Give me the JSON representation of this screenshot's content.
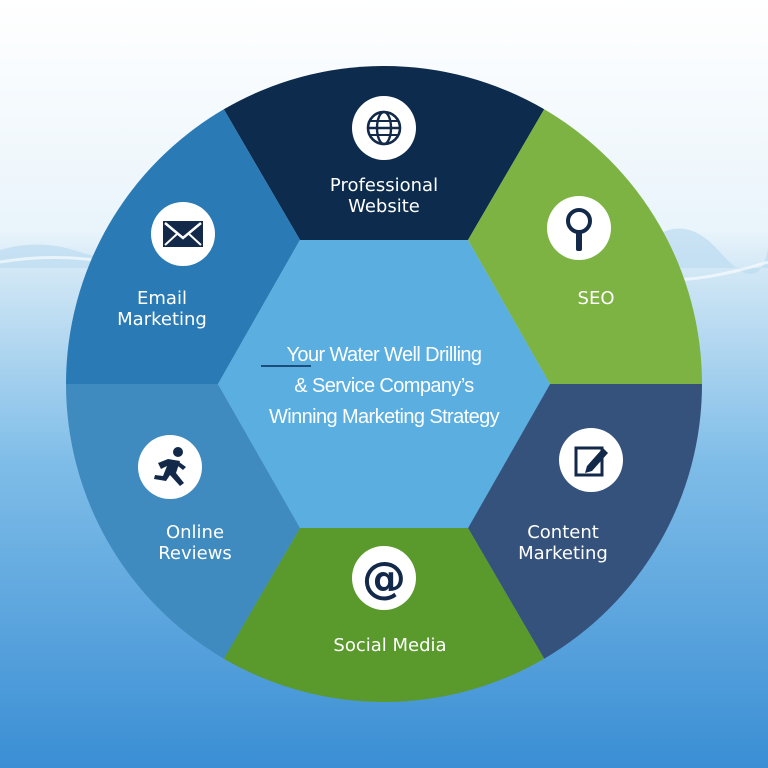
{
  "center": {
    "lines": [
      "Your Water Well Drilling",
      "& Service Company’s",
      "Winning Marketing Strategy"
    ]
  },
  "segments": [
    {
      "id": "professional-website",
      "lines": [
        "Professional",
        "Website"
      ],
      "icon": "globe-icon",
      "color": "#0d2b4d"
    },
    {
      "id": "seo",
      "lines": [
        "SEO"
      ],
      "icon": "magnifier-icon",
      "color": "#7cb342"
    },
    {
      "id": "content-marketing",
      "lines": [
        "Content",
        "Marketing"
      ],
      "icon": "edit-icon",
      "color": "#35527c"
    },
    {
      "id": "social-media",
      "lines": [
        "Social Media"
      ],
      "icon": "at-sign-icon",
      "color": "#5a9a2c"
    },
    {
      "id": "online-reviews",
      "lines": [
        "Online",
        "Reviews"
      ],
      "icon": "runner-icon",
      "color": "#3f8bbf"
    },
    {
      "id": "email-marketing",
      "lines": [
        "Email",
        "Marketing"
      ],
      "icon": "envelope-icon",
      "color": "#2a7ab5"
    }
  ],
  "colors": {
    "hexagon": "#5aaee0",
    "icon_glyph": "#12294a",
    "water_light": "#d6ebf7",
    "water_deep": "#3a8ed4"
  }
}
